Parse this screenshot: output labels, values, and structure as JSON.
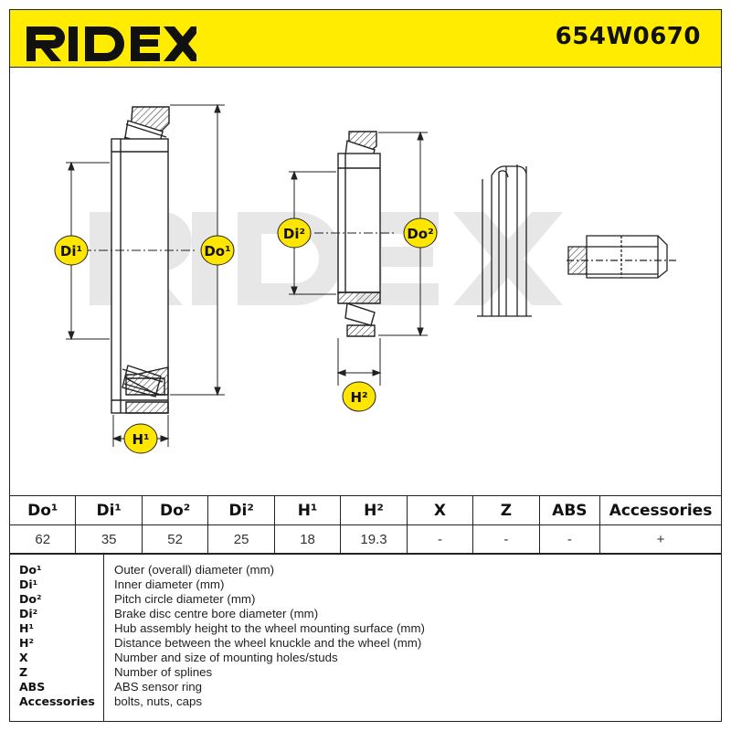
{
  "header": {
    "brand": "RIDEX",
    "part_number": "654W0670"
  },
  "drawing": {
    "watermark": "RIDEX",
    "labels": {
      "di1": "Di¹",
      "do1": "Do¹",
      "h1": "H¹",
      "di2": "Di²",
      "do2": "Do²",
      "h2": "H²"
    }
  },
  "table": {
    "headers": [
      "Do¹",
      "Di¹",
      "Do²",
      "Di²",
      "H¹",
      "H²",
      "X",
      "Z",
      "ABS",
      "Accessories"
    ],
    "values": [
      "62",
      "35",
      "52",
      "25",
      "18",
      "19.3",
      "-",
      "-",
      "-",
      "+"
    ]
  },
  "legend": [
    {
      "code": "Do¹",
      "desc": "Outer (overall) diameter (mm)"
    },
    {
      "code": "Di¹",
      "desc": "Inner diameter (mm)"
    },
    {
      "code": "Do²",
      "desc": "Pitch circle diameter (mm)"
    },
    {
      "code": "Di²",
      "desc": "Brake disc centre bore diameter (mm)"
    },
    {
      "code": "H¹",
      "desc": "Hub assembly height to the wheel mounting surface (mm)"
    },
    {
      "code": "H²",
      "desc": "Distance between the wheel knuckle and the wheel (mm)"
    },
    {
      "code": "X",
      "desc": "Number and size of mounting holes/studs"
    },
    {
      "code": "Z",
      "desc": "Number of splines"
    },
    {
      "code": "ABS",
      "desc": "ABS sensor ring"
    },
    {
      "code": "Accessories",
      "desc": "bolts, nuts, caps"
    }
  ],
  "colors": {
    "brand_yellow": "#ffec00",
    "label_yellow": "#ffe600",
    "line": "#222222",
    "watermark": "#e6e6e6"
  }
}
